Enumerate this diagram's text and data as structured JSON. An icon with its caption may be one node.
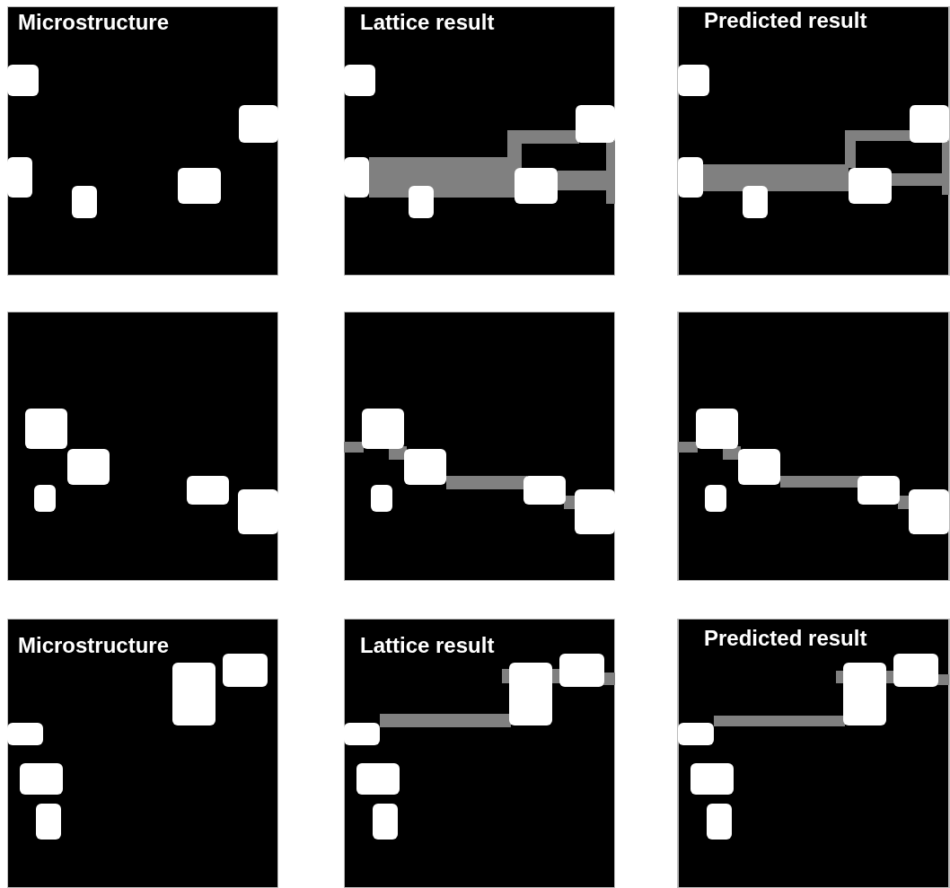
{
  "diagram": {
    "labels": [
      "Microstructure",
      "Lattice result",
      "Predicted result",
      "Microstructure",
      "Lattice result",
      "Predicted result"
    ]
  }
}
